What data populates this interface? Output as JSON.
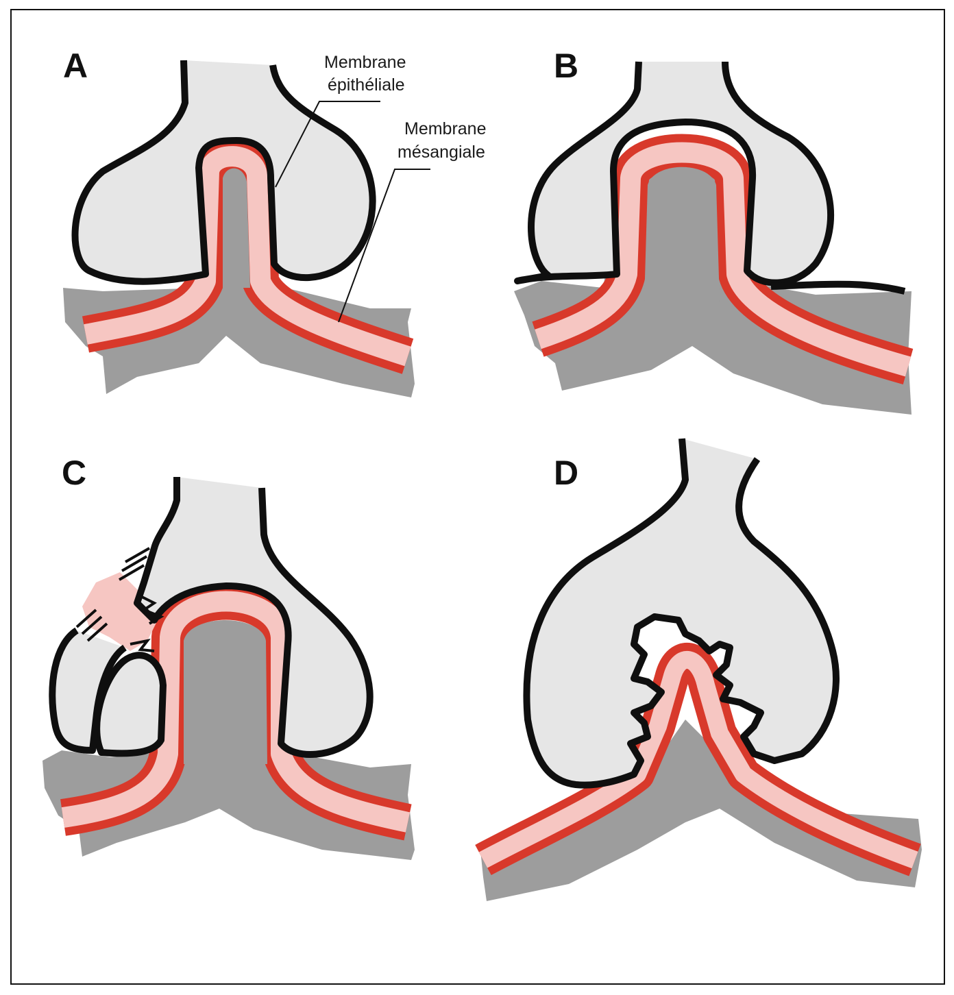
{
  "figure": {
    "panels": [
      {
        "letter": "A"
      },
      {
        "letter": "B"
      },
      {
        "letter": "C"
      },
      {
        "letter": "D"
      }
    ],
    "labels": {
      "epithelial_line1": "Membrane",
      "epithelial_line2": "épithéliale",
      "mesangial_line1": "Membrane",
      "mesangial_line2": "mésangiale"
    },
    "colors": {
      "cell_fill": "#e6e6e6",
      "mesangium_fill": "#9d9d9d",
      "membrane_red": "#d8392b",
      "membrane_pink": "#f6c6c2",
      "outline": "#0f0f0f"
    }
  }
}
